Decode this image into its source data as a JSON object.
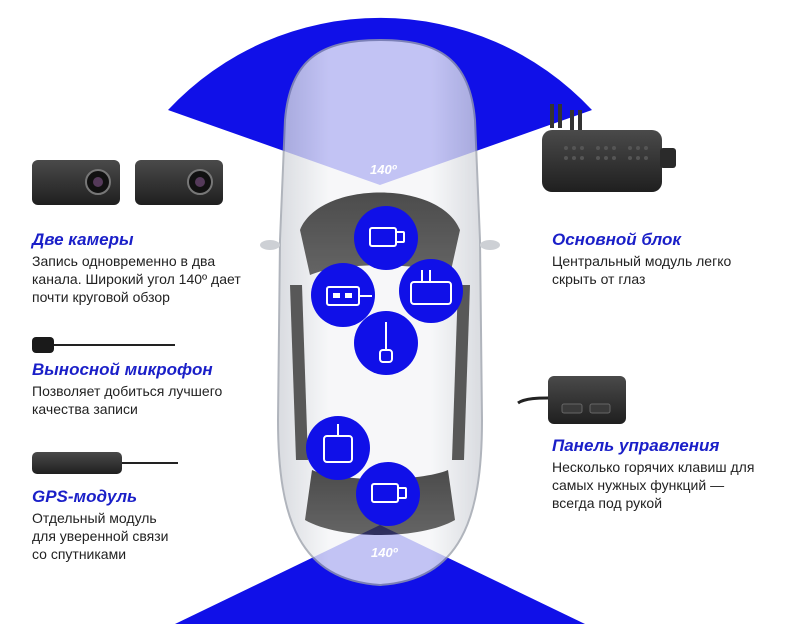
{
  "angles": {
    "front": "140º",
    "rear": "140º"
  },
  "features": {
    "cameras": {
      "title": "Две камеры",
      "lines": [
        "Запись одновременно в два",
        "канала. Широкий угол 140º дает",
        "почти круговой обзор"
      ]
    },
    "microphone": {
      "title": "Выносной микрофон",
      "lines": [
        "Позволяет добиться лучшего",
        "качества записи"
      ]
    },
    "gps": {
      "title": "GPS-модуль",
      "lines": [
        "Отдельный модуль",
        "для уверенной связи",
        "со спутниками"
      ]
    },
    "main_unit": {
      "title": "Основной блок",
      "lines": [
        "Центральный модуль легко",
        "скрыть от глаз"
      ]
    },
    "control_panel": {
      "title": "Панель управления",
      "lines": [
        "Несколько горячих клавиш для",
        "самых нужных функций —",
        "всегда под рукой"
      ]
    }
  },
  "colors": {
    "accent": "#1010e8",
    "title": "#1a1fc8",
    "text": "#222222"
  },
  "icons": [
    "camera-icon",
    "main-unit-icon",
    "control-panel-icon",
    "microphone-icon",
    "gps-icon",
    "rear-camera-icon"
  ]
}
